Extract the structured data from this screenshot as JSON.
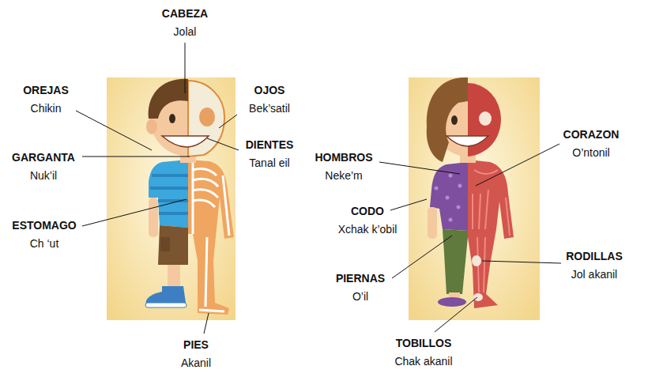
{
  "diagram": {
    "labels": [
      "CABEZA",
      "Jolal",
      "OREJAS",
      "Chikin",
      "OJOS",
      "Bek’satil",
      "GARGANTA",
      "Nuk’il",
      "DIENTES",
      "Tanal eil",
      "ESTOMAGO",
      "Ch ‘ut",
      "PIES",
      "Akanil",
      "HOMBROS",
      "Neke’m",
      "CORAZON",
      "O’ntonil",
      "CODO",
      "Xchak k’obil",
      "PIERNAS",
      "O’il",
      "RODILLAS",
      "Jol akanil",
      "TOBILLOS",
      "Chak akanil"
    ]
  }
}
